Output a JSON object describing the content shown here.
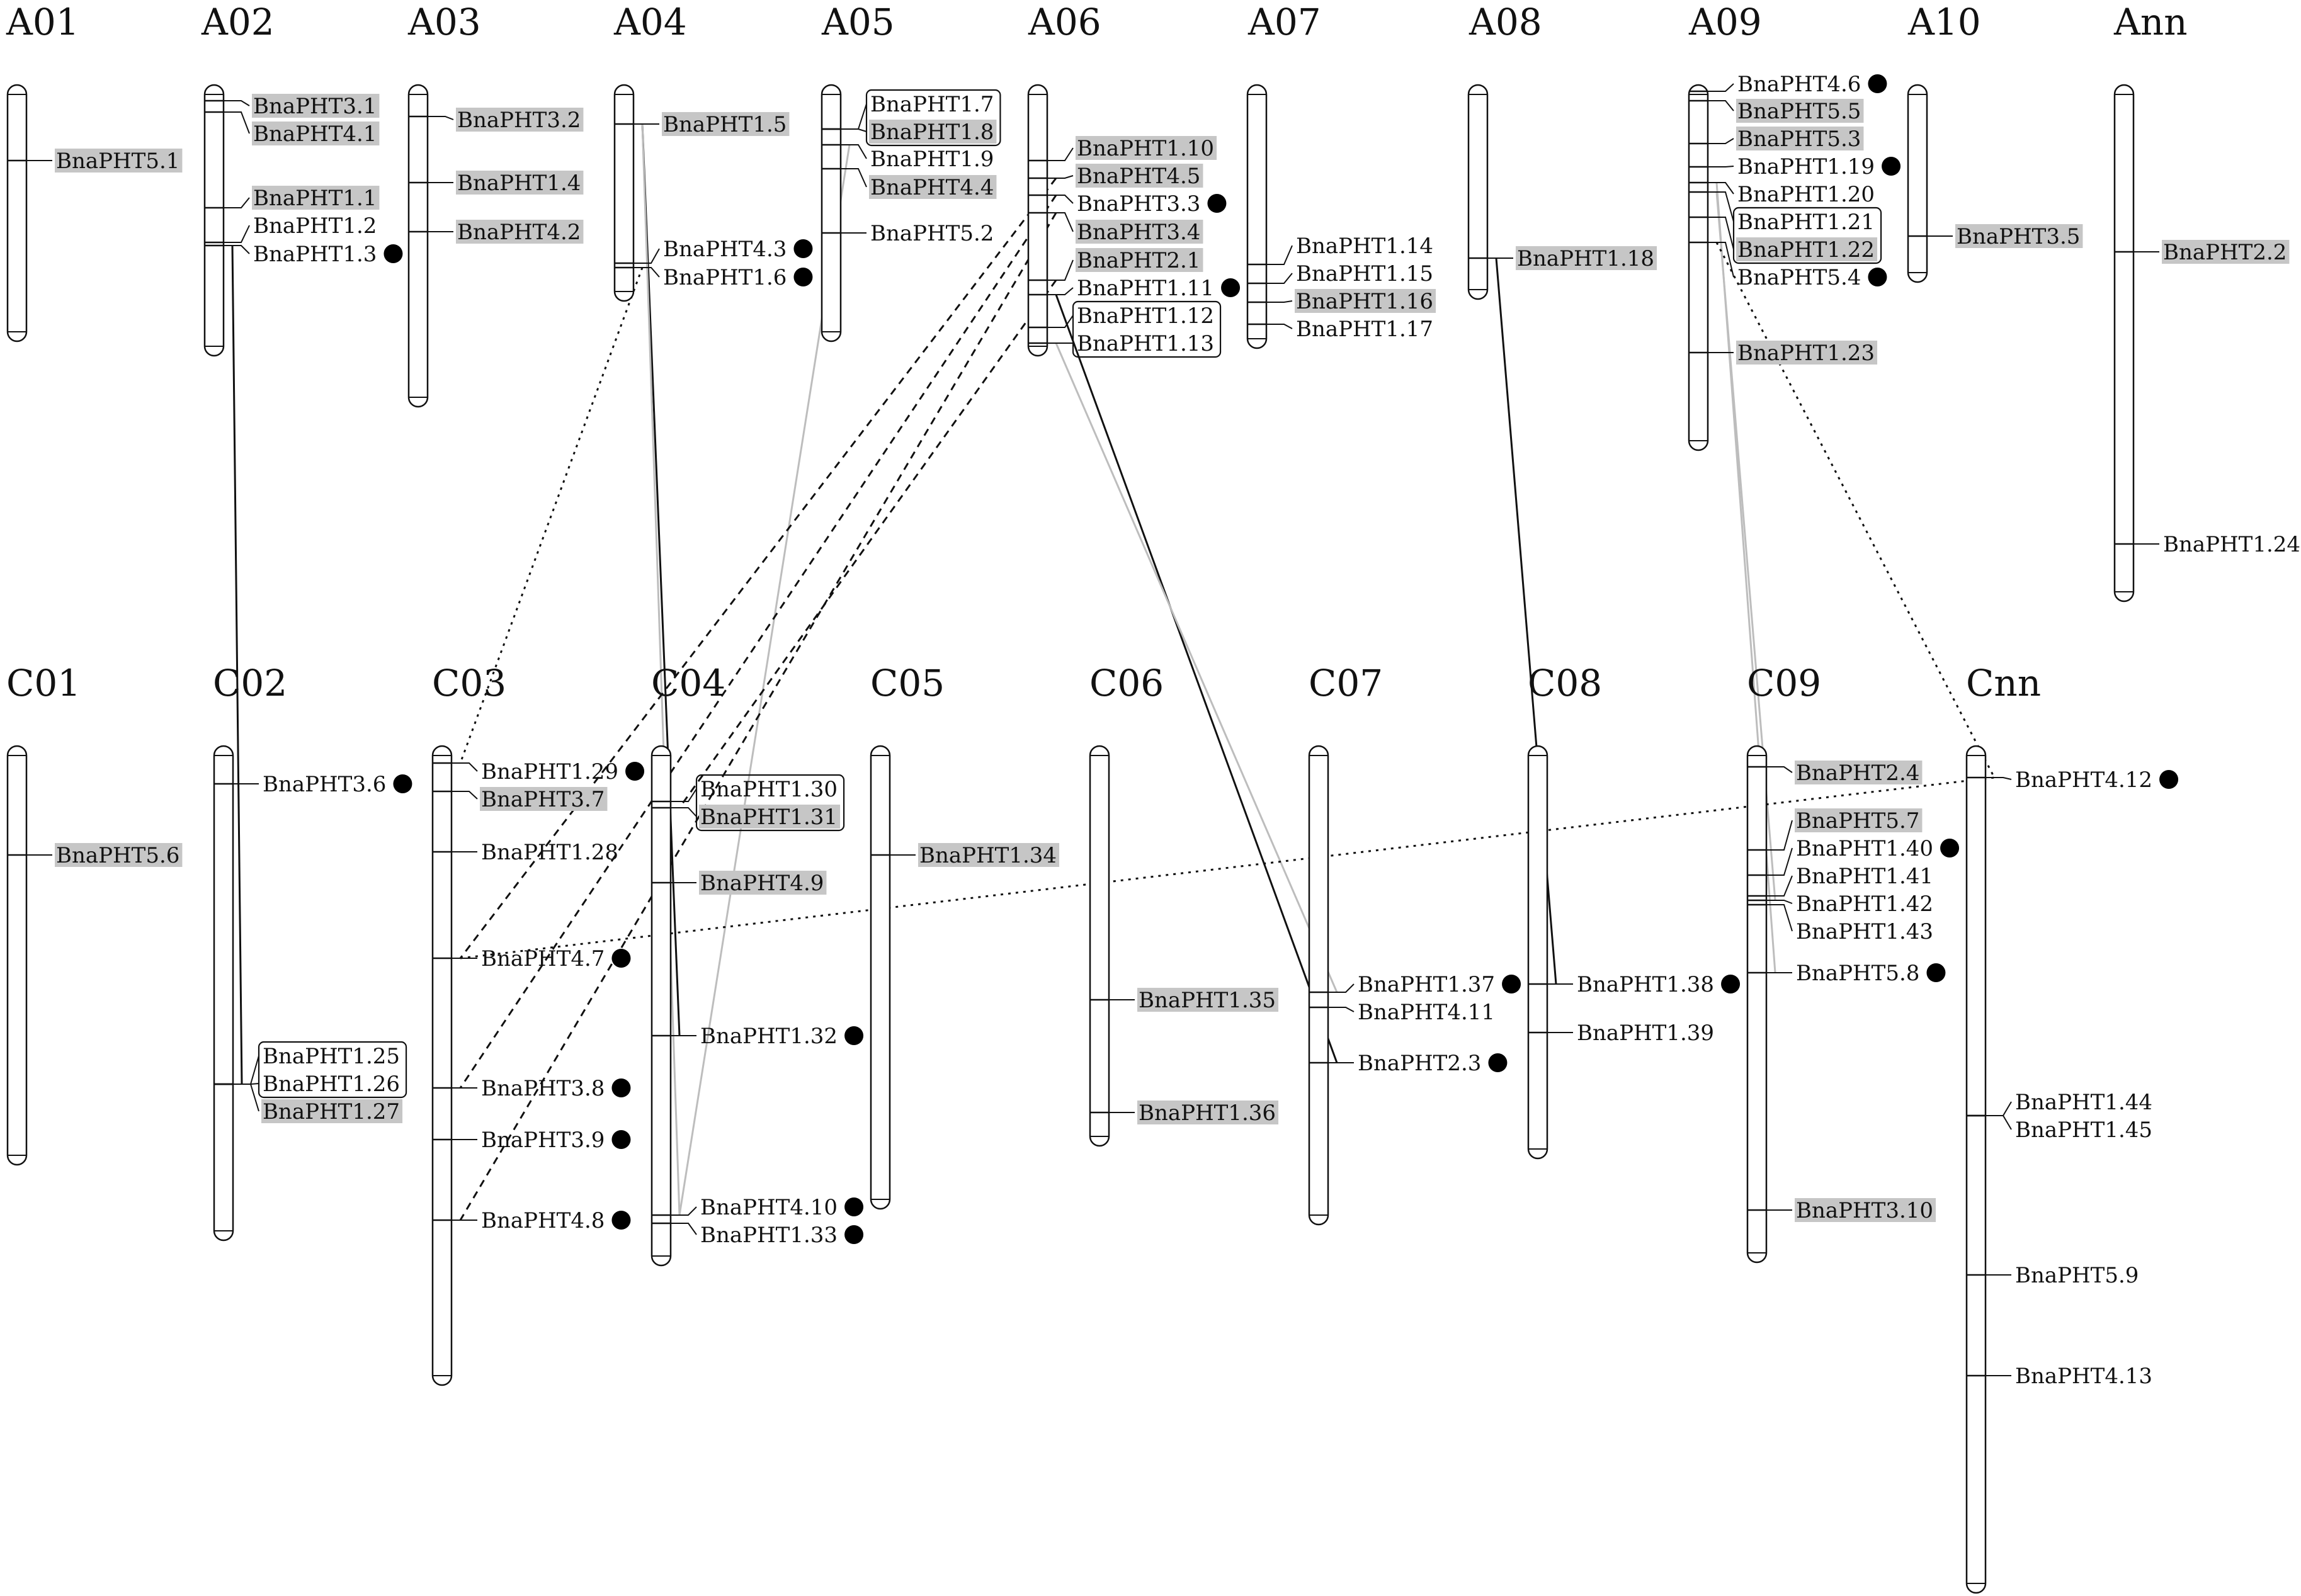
{
  "chromosomes": [
    {
      "name": "A01",
      "genes": [
        {
          "label": "BnaPHT5.1",
          "hl": true,
          "dot": false
        }
      ]
    },
    {
      "name": "A02",
      "genes": [
        {
          "label": "BnaPHT3.1",
          "hl": true,
          "dot": false
        },
        {
          "label": "BnaPHT4.1",
          "hl": true,
          "dot": false
        },
        {
          "label": "BnaPHT1.1",
          "hl": true,
          "dot": false
        },
        {
          "label": "BnaPHT1.2",
          "hl": false,
          "dot": false
        },
        {
          "label": "BnaPHT1.3",
          "hl": false,
          "dot": true
        }
      ]
    },
    {
      "name": "A03",
      "genes": [
        {
          "label": "BnaPHT3.2",
          "hl": true,
          "dot": false
        },
        {
          "label": "BnaPHT1.4",
          "hl": true,
          "dot": false
        },
        {
          "label": "BnaPHT4.2",
          "hl": true,
          "dot": false
        }
      ]
    },
    {
      "name": "A04",
      "genes": [
        {
          "label": "BnaPHT1.5",
          "hl": true,
          "dot": false
        },
        {
          "label": "BnaPHT4.3",
          "hl": false,
          "dot": true
        },
        {
          "label": "BnaPHT1.6",
          "hl": false,
          "dot": true
        }
      ]
    },
    {
      "name": "A05",
      "genes": [
        {
          "label": "BnaPHT1.7",
          "hl": false,
          "dot": false,
          "boxed": true
        },
        {
          "label": "BnaPHT1.8",
          "hl": true,
          "dot": false,
          "boxed": true
        },
        {
          "label": "BnaPHT1.9",
          "hl": false,
          "dot": false
        },
        {
          "label": "BnaPHT4.4",
          "hl": true,
          "dot": false
        },
        {
          "label": "BnaPHT5.2",
          "hl": false,
          "dot": false
        }
      ]
    },
    {
      "name": "A06",
      "genes": [
        {
          "label": "BnaPHT1.10",
          "hl": true,
          "dot": false
        },
        {
          "label": "BnaPHT4.5",
          "hl": true,
          "dot": false
        },
        {
          "label": "BnaPHT3.3",
          "hl": false,
          "dot": true
        },
        {
          "label": "BnaPHT3.4",
          "hl": true,
          "dot": false
        },
        {
          "label": "BnaPHT2.1",
          "hl": true,
          "dot": false
        },
        {
          "label": "BnaPHT1.11",
          "hl": false,
          "dot": true
        },
        {
          "label": "BnaPHT1.12",
          "hl": false,
          "dot": false,
          "boxed": true
        },
        {
          "label": "BnaPHT1.13",
          "hl": false,
          "dot": false,
          "boxed": true
        }
      ]
    },
    {
      "name": "A07",
      "genes": [
        {
          "label": "BnaPHT1.14",
          "hl": false,
          "dot": false
        },
        {
          "label": "BnaPHT1.15",
          "hl": false,
          "dot": false
        },
        {
          "label": "BnaPHT1.16",
          "hl": true,
          "dot": false
        },
        {
          "label": "BnaPHT1.17",
          "hl": false,
          "dot": false
        }
      ]
    },
    {
      "name": "A08",
      "genes": [
        {
          "label": "BnaPHT1.18",
          "hl": true,
          "dot": false
        }
      ]
    },
    {
      "name": "A09",
      "genes": [
        {
          "label": "BnaPHT4.6",
          "hl": false,
          "dot": true
        },
        {
          "label": "BnaPHT5.5",
          "hl": true,
          "dot": false
        },
        {
          "label": "BnaPHT5.3",
          "hl": true,
          "dot": false
        },
        {
          "label": "BnaPHT1.19",
          "hl": false,
          "dot": true
        },
        {
          "label": "BnaPHT1.20",
          "hl": false,
          "dot": false
        },
        {
          "label": "BnaPHT1.21",
          "hl": false,
          "dot": false,
          "boxed": true
        },
        {
          "label": "BnaPHT1.22",
          "hl": true,
          "dot": false,
          "boxed": true
        },
        {
          "label": "BnaPHT5.4",
          "hl": false,
          "dot": true
        },
        {
          "label": "BnaPHT1.23",
          "hl": true,
          "dot": false
        }
      ]
    },
    {
      "name": "A10",
      "genes": [
        {
          "label": "BnaPHT3.5",
          "hl": true,
          "dot": false
        }
      ]
    },
    {
      "name": "Ann",
      "genes": [
        {
          "label": "BnaPHT2.2",
          "hl": true,
          "dot": false
        },
        {
          "label": "BnaPHT1.24",
          "hl": false,
          "dot": false
        }
      ]
    },
    {
      "name": "C01",
      "genes": [
        {
          "label": "BnaPHT5.6",
          "hl": true,
          "dot": false
        }
      ]
    },
    {
      "name": "C02",
      "genes": [
        {
          "label": "BnaPHT3.6",
          "hl": false,
          "dot": true
        },
        {
          "label": "BnaPHT1.25",
          "hl": false,
          "dot": false,
          "boxed": true
        },
        {
          "label": "BnaPHT1.26",
          "hl": false,
          "dot": false,
          "boxed": true
        },
        {
          "label": "BnaPHT1.27",
          "hl": true,
          "dot": false
        }
      ]
    },
    {
      "name": "C03",
      "genes": [
        {
          "label": "BnaPHT1.29",
          "hl": false,
          "dot": true
        },
        {
          "label": "BnaPHT3.7",
          "hl": true,
          "dot": false
        },
        {
          "label": "BnaPHT1.28",
          "hl": false,
          "dot": false
        },
        {
          "label": "BnaPHT4.7",
          "hl": false,
          "dot": true
        },
        {
          "label": "BnaPHT3.8",
          "hl": false,
          "dot": true
        },
        {
          "label": "BnaPHT3.9",
          "hl": false,
          "dot": true
        },
        {
          "label": "BnaPHT4.8",
          "hl": false,
          "dot": true
        }
      ]
    },
    {
      "name": "C04",
      "genes": [
        {
          "label": "BnaPHT1.30",
          "hl": false,
          "dot": false,
          "boxed": true
        },
        {
          "label": "BnaPHT1.31",
          "hl": true,
          "dot": false,
          "boxed": true
        },
        {
          "label": "BnaPHT4.9",
          "hl": true,
          "dot": false
        },
        {
          "label": "BnaPHT1.32",
          "hl": false,
          "dot": true
        },
        {
          "label": "BnaPHT4.10",
          "hl": false,
          "dot": true
        },
        {
          "label": "BnaPHT1.33",
          "hl": false,
          "dot": true
        }
      ]
    },
    {
      "name": "C05",
      "genes": [
        {
          "label": "BnaPHT1.34",
          "hl": true,
          "dot": false
        }
      ]
    },
    {
      "name": "C06",
      "genes": [
        {
          "label": "BnaPHT1.35",
          "hl": true,
          "dot": false
        },
        {
          "label": "BnaPHT1.36",
          "hl": true,
          "dot": false
        }
      ]
    },
    {
      "name": "C07",
      "genes": [
        {
          "label": "BnaPHT1.37",
          "hl": false,
          "dot": true
        },
        {
          "label": "BnaPHT4.11",
          "hl": false,
          "dot": false
        },
        {
          "label": "BnaPHT2.3",
          "hl": false,
          "dot": true
        }
      ]
    },
    {
      "name": "C08",
      "genes": [
        {
          "label": "BnaPHT1.38",
          "hl": false,
          "dot": true
        },
        {
          "label": "BnaPHT1.39",
          "hl": false,
          "dot": false
        }
      ]
    },
    {
      "name": "C09",
      "genes": [
        {
          "label": "BnaPHT2.4",
          "hl": true,
          "dot": false
        },
        {
          "label": "BnaPHT5.7",
          "hl": true,
          "dot": false
        },
        {
          "label": "BnaPHT1.40",
          "hl": false,
          "dot": true
        },
        {
          "label": "BnaPHT1.41",
          "hl": false,
          "dot": false
        },
        {
          "label": "BnaPHT1.42",
          "hl": false,
          "dot": false
        },
        {
          "label": "BnaPHT1.43",
          "hl": false,
          "dot": false
        },
        {
          "label": "BnaPHT5.8",
          "hl": false,
          "dot": true
        },
        {
          "label": "BnaPHT3.10",
          "hl": true,
          "dot": false
        }
      ]
    },
    {
      "name": "Cnn",
      "genes": [
        {
          "label": "BnaPHT4.12",
          "hl": false,
          "dot": true
        },
        {
          "label": "BnaPHT1.44",
          "hl": false,
          "dot": false
        },
        {
          "label": "BnaPHT1.45",
          "hl": false,
          "dot": false
        },
        {
          "label": "BnaPHT5.9",
          "hl": false,
          "dot": false
        },
        {
          "label": "BnaPHT4.13",
          "hl": false,
          "dot": false
        }
      ]
    }
  ],
  "links": [
    {
      "from": "BnaPHT1.3",
      "to": "BnaPHT1.27",
      "style": "solid"
    },
    {
      "from": "BnaPHT1.6",
      "to": "BnaPHT1.29",
      "style": "dotted"
    },
    {
      "from": "BnaPHT1.5",
      "to": "BnaPHT1.32",
      "style": "solid"
    },
    {
      "from": "BnaPHT1.5",
      "to": "BnaPHT4.10",
      "style": "gray"
    },
    {
      "from": "BnaPHT1.9",
      "to": "BnaPHT4.10",
      "style": "gray"
    },
    {
      "from": "BnaPHT4.5",
      "to": "BnaPHT4.7",
      "style": "dashed"
    },
    {
      "from": "BnaPHT3.3",
      "to": "BnaPHT3.8",
      "style": "dashed"
    },
    {
      "from": "BnaPHT3.4",
      "to": "BnaPHT4.8",
      "style": "dashed"
    },
    {
      "from": "BnaPHT2.1",
      "to": "BnaPHT1.31",
      "style": "dashed"
    },
    {
      "from": "BnaPHT1.11",
      "to": "BnaPHT2.3",
      "style": "solid"
    },
    {
      "from": "BnaPHT1.13",
      "to": "BnaPHT1.37",
      "style": "gray"
    },
    {
      "from": "BnaPHT1.18",
      "to": "BnaPHT1.38",
      "style": "solid"
    },
    {
      "from": "BnaPHT1.20",
      "to": "BnaPHT5.8",
      "style": "gray"
    },
    {
      "from": "BnaPHT1.21",
      "to": "BnaPHT1.42",
      "style": "gray"
    },
    {
      "from": "BnaPHT5.4",
      "to": "BnaPHT4.12",
      "style": "dotted"
    },
    {
      "from": "BnaPHT4.7",
      "to": "BnaPHT4.12",
      "style": "dotted"
    }
  ],
  "colors": {
    "highlight": "#c6c6c6",
    "line": "#111111",
    "gray_link": "#bdbdbd"
  }
}
